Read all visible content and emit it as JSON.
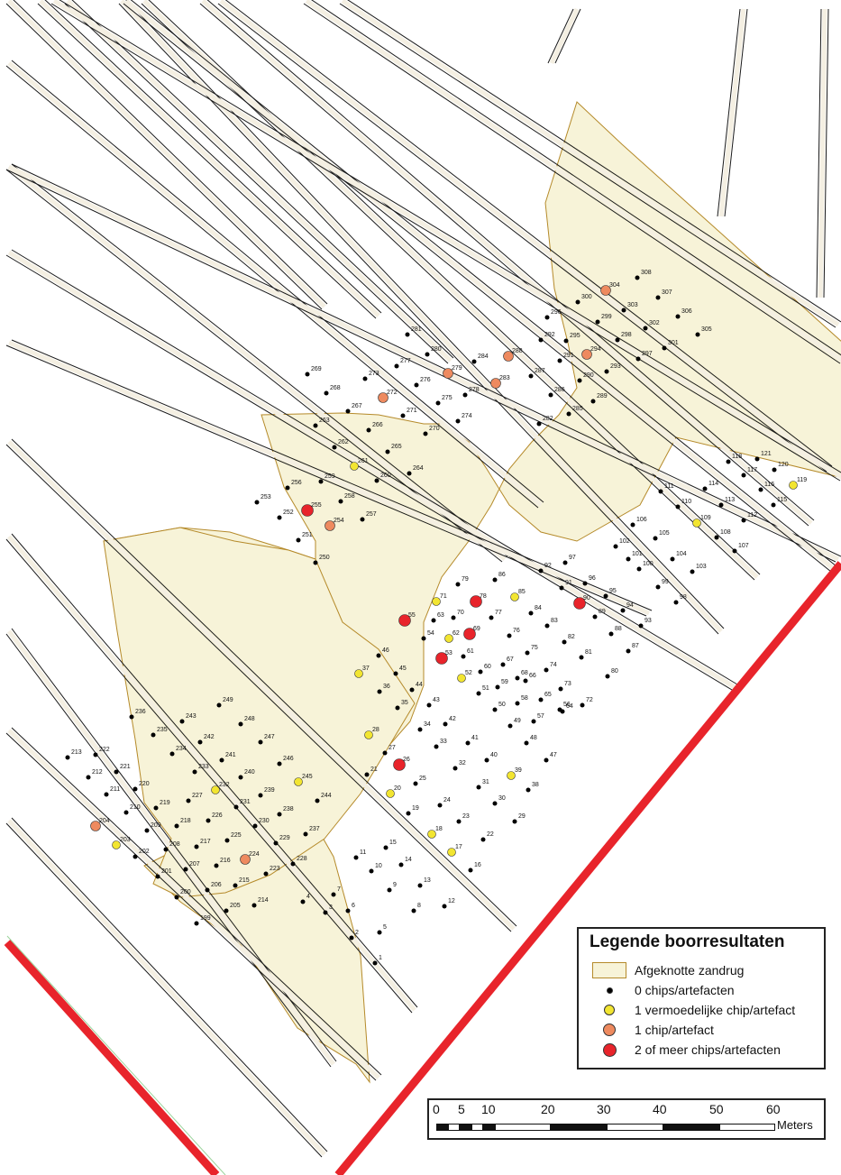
{
  "legend": {
    "title": "Legende boorresultaten",
    "items": [
      {
        "symbol": "zone",
        "label": "Afgeknotte zandrug"
      },
      {
        "symbol": "dot-black",
        "label": "0 chips/artefacten",
        "color": "#000000"
      },
      {
        "symbol": "dot-yellow",
        "label": "1 vermoedelijke chip/artefact",
        "color": "#f2e531"
      },
      {
        "symbol": "dot-orange",
        "label": "1 chip/artefact",
        "color": "#ee8a5f"
      },
      {
        "symbol": "dot-red",
        "label": "2  of meer chips/artefacten",
        "color": "#e8242b"
      }
    ]
  },
  "scalebar": {
    "ticks": [
      "0",
      "5",
      "10",
      "20",
      "30",
      "40",
      "50",
      "60"
    ],
    "unit": "Meters"
  },
  "colors": {
    "zone_fill": "#f7f3d8",
    "zone_stroke": "#b58a2a",
    "boundary": "#e8242b"
  },
  "points": [
    {
      "id": "1",
      "c": "black"
    },
    {
      "id": "2",
      "c": "black"
    },
    {
      "id": "3",
      "c": "black"
    },
    {
      "id": "4",
      "c": "black"
    },
    {
      "id": "5",
      "c": "black"
    },
    {
      "id": "6",
      "c": "black"
    },
    {
      "id": "7",
      "c": "black"
    },
    {
      "id": "8",
      "c": "black"
    },
    {
      "id": "9",
      "c": "black"
    },
    {
      "id": "10",
      "c": "black"
    },
    {
      "id": "11",
      "c": "black"
    },
    {
      "id": "12",
      "c": "black"
    },
    {
      "id": "13",
      "c": "black"
    },
    {
      "id": "14",
      "c": "black"
    },
    {
      "id": "15",
      "c": "black"
    },
    {
      "id": "16",
      "c": "black"
    },
    {
      "id": "17",
      "c": "yellow"
    },
    {
      "id": "18",
      "c": "yellow"
    },
    {
      "id": "19",
      "c": "black"
    },
    {
      "id": "20",
      "c": "yellow"
    },
    {
      "id": "21",
      "c": "black"
    },
    {
      "id": "22",
      "c": "black"
    },
    {
      "id": "23",
      "c": "black"
    },
    {
      "id": "24",
      "c": "black"
    },
    {
      "id": "25",
      "c": "black"
    },
    {
      "id": "26",
      "c": "red"
    },
    {
      "id": "27",
      "c": "black"
    },
    {
      "id": "28",
      "c": "yellow"
    },
    {
      "id": "29",
      "c": "black"
    },
    {
      "id": "30",
      "c": "black"
    },
    {
      "id": "31",
      "c": "black"
    },
    {
      "id": "32",
      "c": "black"
    },
    {
      "id": "33",
      "c": "black"
    },
    {
      "id": "34",
      "c": "black"
    },
    {
      "id": "35",
      "c": "black"
    },
    {
      "id": "36",
      "c": "black"
    },
    {
      "id": "37",
      "c": "yellow"
    },
    {
      "id": "38",
      "c": "black"
    },
    {
      "id": "39",
      "c": "yellow"
    },
    {
      "id": "40",
      "c": "black"
    },
    {
      "id": "41",
      "c": "black"
    },
    {
      "id": "42",
      "c": "black"
    },
    {
      "id": "43",
      "c": "black"
    },
    {
      "id": "44",
      "c": "black"
    },
    {
      "id": "45",
      "c": "black"
    },
    {
      "id": "46",
      "c": "black"
    },
    {
      "id": "47",
      "c": "black"
    },
    {
      "id": "48",
      "c": "black"
    },
    {
      "id": "49",
      "c": "black"
    },
    {
      "id": "50",
      "c": "black"
    },
    {
      "id": "51",
      "c": "black"
    },
    {
      "id": "52",
      "c": "yellow"
    },
    {
      "id": "53",
      "c": "red"
    },
    {
      "id": "54",
      "c": "black"
    },
    {
      "id": "55",
      "c": "red"
    },
    {
      "id": "56",
      "c": "black"
    },
    {
      "id": "57",
      "c": "black"
    },
    {
      "id": "58",
      "c": "black"
    },
    {
      "id": "59",
      "c": "black"
    },
    {
      "id": "60",
      "c": "black"
    },
    {
      "id": "61",
      "c": "black"
    },
    {
      "id": "62",
      "c": "yellow"
    },
    {
      "id": "63",
      "c": "black"
    },
    {
      "id": "64",
      "c": "black"
    },
    {
      "id": "65",
      "c": "black"
    },
    {
      "id": "66",
      "c": "black"
    },
    {
      "id": "67",
      "c": "black"
    },
    {
      "id": "68",
      "c": "black"
    },
    {
      "id": "69",
      "c": "red"
    },
    {
      "id": "70",
      "c": "black"
    },
    {
      "id": "71",
      "c": "yellow"
    },
    {
      "id": "72",
      "c": "black"
    },
    {
      "id": "73",
      "c": "black"
    },
    {
      "id": "74",
      "c": "black"
    },
    {
      "id": "75",
      "c": "black"
    },
    {
      "id": "76",
      "c": "black"
    },
    {
      "id": "77",
      "c": "black"
    },
    {
      "id": "78",
      "c": "red"
    },
    {
      "id": "79",
      "c": "black"
    },
    {
      "id": "80",
      "c": "black"
    },
    {
      "id": "81",
      "c": "black"
    },
    {
      "id": "82",
      "c": "black"
    },
    {
      "id": "83",
      "c": "black"
    },
    {
      "id": "84",
      "c": "black"
    },
    {
      "id": "85",
      "c": "yellow"
    },
    {
      "id": "86",
      "c": "black"
    },
    {
      "id": "87",
      "c": "black"
    },
    {
      "id": "88",
      "c": "black"
    },
    {
      "id": "89",
      "c": "black"
    },
    {
      "id": "90",
      "c": "red"
    },
    {
      "id": "91",
      "c": "black"
    },
    {
      "id": "92",
      "c": "black"
    },
    {
      "id": "93",
      "c": "black"
    },
    {
      "id": "94",
      "c": "black"
    },
    {
      "id": "95",
      "c": "black"
    },
    {
      "id": "96",
      "c": "black"
    },
    {
      "id": "97",
      "c": "black"
    },
    {
      "id": "98",
      "c": "black"
    },
    {
      "id": "99",
      "c": "black"
    },
    {
      "id": "100",
      "c": "black"
    },
    {
      "id": "101",
      "c": "black"
    },
    {
      "id": "102",
      "c": "black"
    },
    {
      "id": "103",
      "c": "black"
    },
    {
      "id": "104",
      "c": "black"
    },
    {
      "id": "105",
      "c": "black"
    },
    {
      "id": "106",
      "c": "black"
    },
    {
      "id": "107",
      "c": "black"
    },
    {
      "id": "108",
      "c": "black"
    },
    {
      "id": "109",
      "c": "yellow"
    },
    {
      "id": "110",
      "c": "black"
    },
    {
      "id": "111",
      "c": "black"
    },
    {
      "id": "112",
      "c": "black"
    },
    {
      "id": "113",
      "c": "black"
    },
    {
      "id": "114",
      "c": "black"
    },
    {
      "id": "115",
      "c": "black"
    },
    {
      "id": "116",
      "c": "black"
    },
    {
      "id": "117",
      "c": "black"
    },
    {
      "id": "118",
      "c": "black"
    },
    {
      "id": "119",
      "c": "yellow"
    },
    {
      "id": "120",
      "c": "black"
    },
    {
      "id": "121",
      "c": "black"
    },
    {
      "id": "199",
      "c": "black"
    },
    {
      "id": "200",
      "c": "black"
    },
    {
      "id": "201",
      "c": "black"
    },
    {
      "id": "202",
      "c": "black"
    },
    {
      "id": "203",
      "c": "yellow"
    },
    {
      "id": "204",
      "c": "orange"
    },
    {
      "id": "205",
      "c": "black"
    },
    {
      "id": "206",
      "c": "black"
    },
    {
      "id": "207",
      "c": "black"
    },
    {
      "id": "208",
      "c": "black"
    },
    {
      "id": "209",
      "c": "black"
    },
    {
      "id": "210",
      "c": "black"
    },
    {
      "id": "211",
      "c": "black"
    },
    {
      "id": "212",
      "c": "black"
    },
    {
      "id": "213",
      "c": "black"
    },
    {
      "id": "214",
      "c": "black"
    },
    {
      "id": "215",
      "c": "black"
    },
    {
      "id": "216",
      "c": "black"
    },
    {
      "id": "217",
      "c": "black"
    },
    {
      "id": "218",
      "c": "black"
    },
    {
      "id": "219",
      "c": "black"
    },
    {
      "id": "220",
      "c": "black"
    },
    {
      "id": "221",
      "c": "black"
    },
    {
      "id": "222",
      "c": "black"
    },
    {
      "id": "223",
      "c": "black"
    },
    {
      "id": "224",
      "c": "orange"
    },
    {
      "id": "225",
      "c": "black"
    },
    {
      "id": "226",
      "c": "black"
    },
    {
      "id": "227",
      "c": "black"
    },
    {
      "id": "228",
      "c": "black"
    },
    {
      "id": "229",
      "c": "black"
    },
    {
      "id": "230",
      "c": "black"
    },
    {
      "id": "231",
      "c": "black"
    },
    {
      "id": "232",
      "c": "yellow"
    },
    {
      "id": "233",
      "c": "black"
    },
    {
      "id": "234",
      "c": "black"
    },
    {
      "id": "235",
      "c": "black"
    },
    {
      "id": "236",
      "c": "black"
    },
    {
      "id": "237",
      "c": "black"
    },
    {
      "id": "238",
      "c": "black"
    },
    {
      "id": "239",
      "c": "black"
    },
    {
      "id": "240",
      "c": "black"
    },
    {
      "id": "241",
      "c": "black"
    },
    {
      "id": "242",
      "c": "black"
    },
    {
      "id": "243",
      "c": "black"
    },
    {
      "id": "244",
      "c": "black"
    },
    {
      "id": "245",
      "c": "yellow"
    },
    {
      "id": "246",
      "c": "black"
    },
    {
      "id": "247",
      "c": "black"
    },
    {
      "id": "248",
      "c": "black"
    },
    {
      "id": "249",
      "c": "black"
    },
    {
      "id": "250",
      "c": "black"
    },
    {
      "id": "251",
      "c": "black"
    },
    {
      "id": "252",
      "c": "black"
    },
    {
      "id": "253",
      "c": "black"
    },
    {
      "id": "254",
      "c": "orange"
    },
    {
      "id": "255",
      "c": "red"
    },
    {
      "id": "256",
      "c": "black"
    },
    {
      "id": "257",
      "c": "black"
    },
    {
      "id": "258",
      "c": "black"
    },
    {
      "id": "259",
      "c": "black"
    },
    {
      "id": "260",
      "c": "black"
    },
    {
      "id": "261",
      "c": "yellow"
    },
    {
      "id": "262",
      "c": "black"
    },
    {
      "id": "263",
      "c": "black"
    },
    {
      "id": "264",
      "c": "black"
    },
    {
      "id": "265",
      "c": "black"
    },
    {
      "id": "266",
      "c": "black"
    },
    {
      "id": "267",
      "c": "black"
    },
    {
      "id": "268",
      "c": "black"
    },
    {
      "id": "269",
      "c": "black"
    },
    {
      "id": "270",
      "c": "black"
    },
    {
      "id": "271",
      "c": "black"
    },
    {
      "id": "272",
      "c": "orange"
    },
    {
      "id": "273",
      "c": "black"
    },
    {
      "id": "274",
      "c": "black"
    },
    {
      "id": "275",
      "c": "black"
    },
    {
      "id": "276",
      "c": "black"
    },
    {
      "id": "277",
      "c": "black"
    },
    {
      "id": "278",
      "c": "black"
    },
    {
      "id": "279",
      "c": "orange"
    },
    {
      "id": "280",
      "c": "black"
    },
    {
      "id": "281",
      "c": "black"
    },
    {
      "id": "282",
      "c": "black"
    },
    {
      "id": "283",
      "c": "orange"
    },
    {
      "id": "284",
      "c": "black"
    },
    {
      "id": "285",
      "c": "black"
    },
    {
      "id": "286",
      "c": "black"
    },
    {
      "id": "287",
      "c": "black"
    },
    {
      "id": "288",
      "c": "orange"
    },
    {
      "id": "289",
      "c": "black"
    },
    {
      "id": "290",
      "c": "black"
    },
    {
      "id": "291",
      "c": "black"
    },
    {
      "id": "292",
      "c": "black"
    },
    {
      "id": "293",
      "c": "black"
    },
    {
      "id": "294",
      "c": "orange"
    },
    {
      "id": "295",
      "c": "black"
    },
    {
      "id": "296",
      "c": "black"
    },
    {
      "id": "297",
      "c": "black"
    },
    {
      "id": "298",
      "c": "black"
    },
    {
      "id": "299",
      "c": "black"
    },
    {
      "id": "300",
      "c": "black"
    },
    {
      "id": "301",
      "c": "black"
    },
    {
      "id": "302",
      "c": "black"
    },
    {
      "id": "303",
      "c": "black"
    },
    {
      "id": "304",
      "c": "orange"
    },
    {
      "id": "305",
      "c": "black"
    },
    {
      "id": "306",
      "c": "black"
    },
    {
      "id": "307",
      "c": "black"
    },
    {
      "id": "308",
      "c": "black"
    }
  ]
}
